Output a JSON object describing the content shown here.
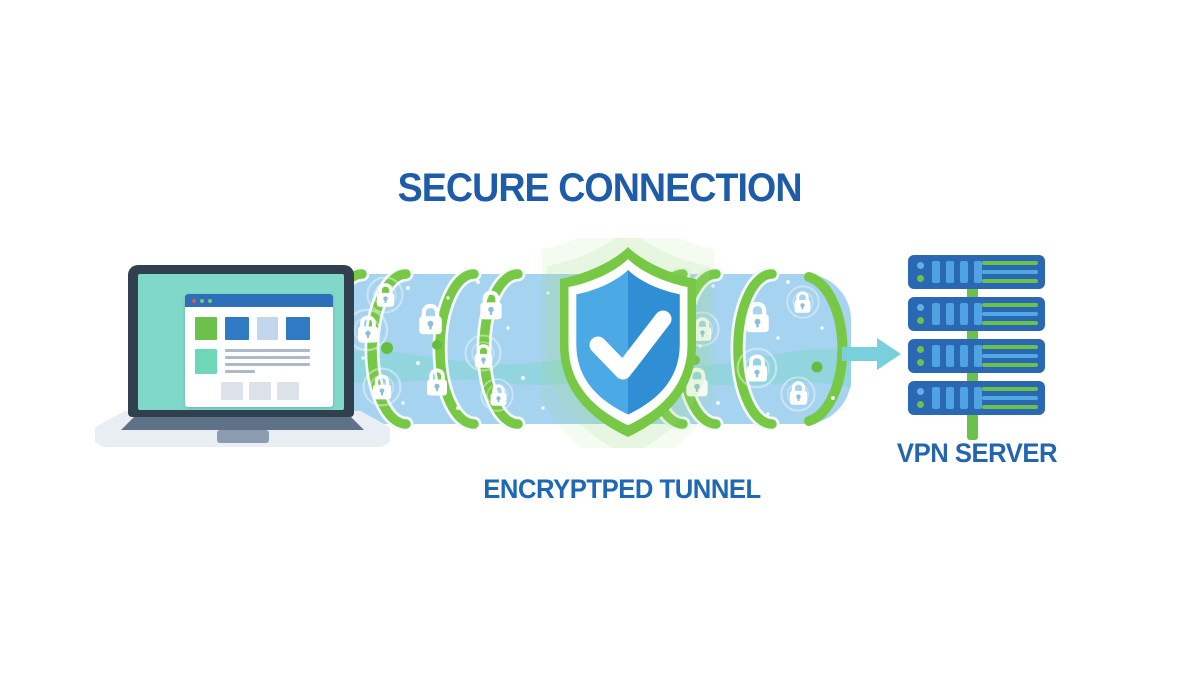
{
  "title": "SECURE CONNECTION",
  "labels": {
    "tunnel": "ENCRYPTPED TUNNEL",
    "server": "VPN SERVER"
  },
  "icons": {
    "laptop": "laptop-icon",
    "browser": "browser-window-icon",
    "tunnel": "encrypted-tunnel-icon",
    "padlock": "padlock-icon",
    "shield": "shield-check-icon",
    "arrow": "arrow-right-icon",
    "server": "server-stack-icon"
  },
  "colors": {
    "title_blue": "#1E5CA8",
    "label_blue": "#1E68B5",
    "tunnel_blue": "#A6D3EF",
    "tunnel_wave_teal": "#7FD8CE",
    "accent_green": "#76C845",
    "shield_blue_light": "#4BA9E6",
    "shield_blue_dark": "#2F8ED4",
    "server_blue": "#2A68B4",
    "arrow_teal": "#79CFDC",
    "laptop_screen_teal": "#80D9C8"
  }
}
